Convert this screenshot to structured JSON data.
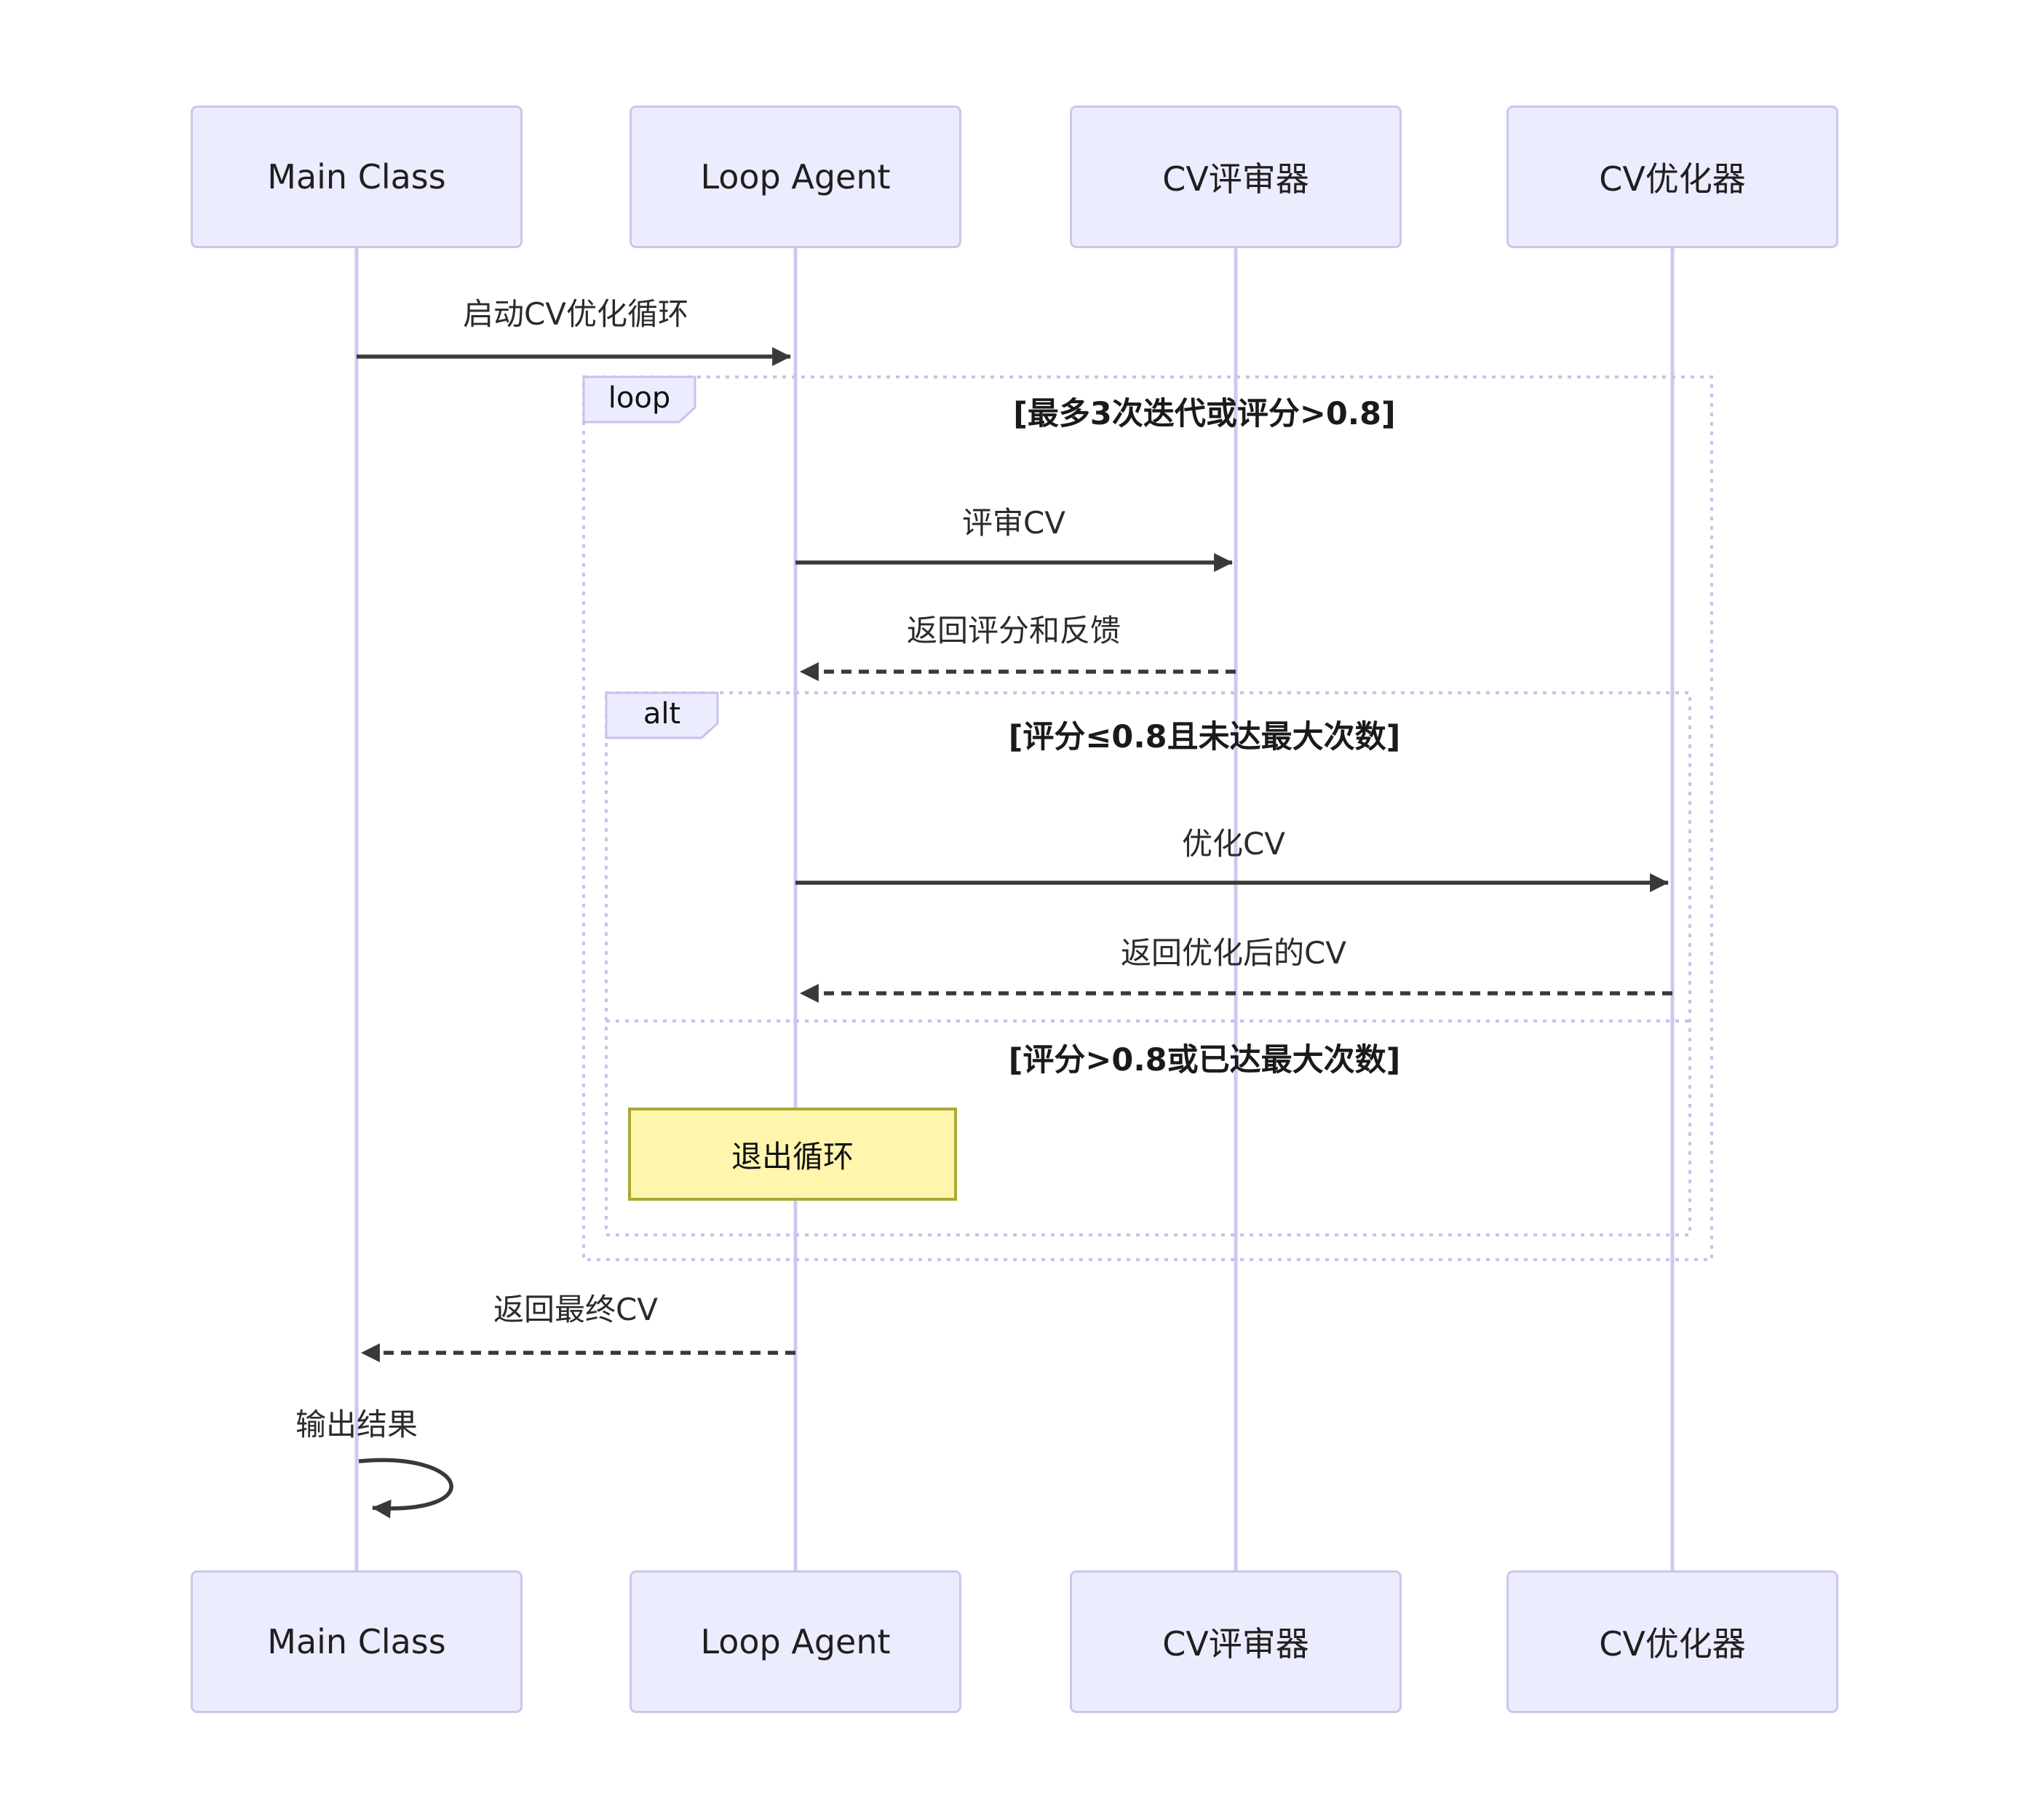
{
  "sequence": {
    "actors": [
      {
        "label": "Main Class"
      },
      {
        "label": "Loop Agent"
      },
      {
        "label": "CV评审器"
      },
      {
        "label": "CV优化器"
      }
    ],
    "messages": [
      {
        "from": "Main Class",
        "to": "Loop Agent",
        "label": "启动CV优化循环",
        "line": "solid"
      },
      {
        "from": "Loop Agent",
        "to": "CV评审器",
        "label": "评审CV",
        "line": "solid"
      },
      {
        "from": "CV评审器",
        "to": "Loop Agent",
        "label": "返回评分和反馈",
        "line": "dashed"
      },
      {
        "from": "Loop Agent",
        "to": "CV优化器",
        "label": "优化CV",
        "line": "solid"
      },
      {
        "from": "CV优化器",
        "to": "Loop Agent",
        "label": "返回优化后的CV",
        "line": "dashed"
      },
      {
        "from": "Loop Agent",
        "to": "Main Class",
        "label": "返回最终CV",
        "line": "dashed"
      },
      {
        "from": "Main Class",
        "to": "Main Class",
        "label": "输出结果",
        "line": "self"
      }
    ],
    "loop_frame": {
      "keyword": "loop",
      "condition": "[最多3次迭代或评分>0.8]"
    },
    "alt_frame": {
      "keyword": "alt",
      "condition": "[评分≤0.8且未达最大次数]",
      "else_condition": "[评分>0.8或已达最大次数]"
    },
    "note": {
      "label": "退出循环"
    },
    "colors": {
      "actor_fill": "#ECECFF",
      "actor_border": "#CCC6EC",
      "lifeline": "#CFC8F0",
      "frame_border": "#C8C1EE",
      "arrow": "#393939",
      "note_fill": "#FFF5AD",
      "note_border": "#AAAA33"
    }
  }
}
